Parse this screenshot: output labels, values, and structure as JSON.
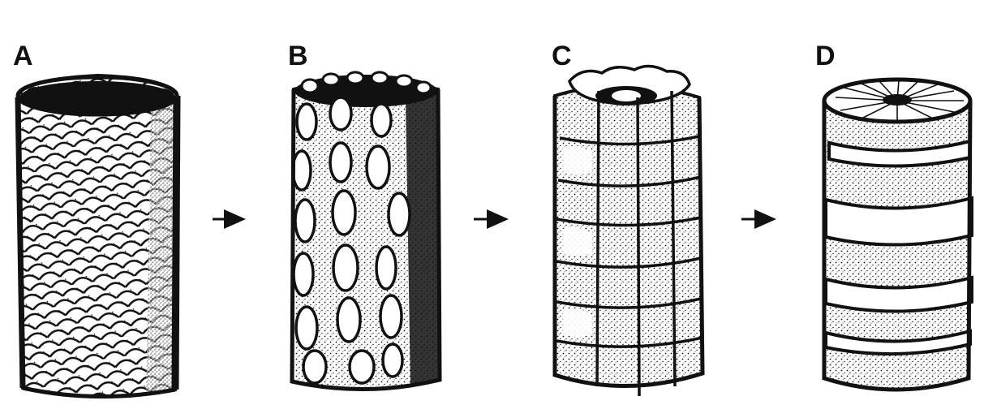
{
  "panels": [
    {
      "label": "A"
    },
    {
      "label": "B"
    },
    {
      "label": "C"
    },
    {
      "label": "D"
    }
  ],
  "arrows": [
    "right-arrow",
    "right-arrow",
    "right-arrow"
  ],
  "colors": {
    "ink": "#111111",
    "paper": "#ffffff"
  }
}
